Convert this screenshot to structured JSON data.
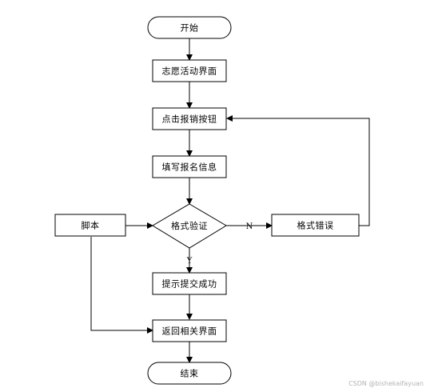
{
  "diagram": {
    "nodes": {
      "start": "开始",
      "volunteer_page": "志愿活动界面",
      "click_signup": "点击报销按钮",
      "fill_info": "填写报名信息",
      "format_check": "格式验证",
      "format_error": "格式错误",
      "script": "脚本",
      "submit_success": "提示提交成功",
      "return_page": "返回相关界面",
      "end": "结束"
    },
    "edge_labels": {
      "no": "N",
      "yes": "Y"
    }
  },
  "watermark": "CSDN @bishekaifayuan"
}
